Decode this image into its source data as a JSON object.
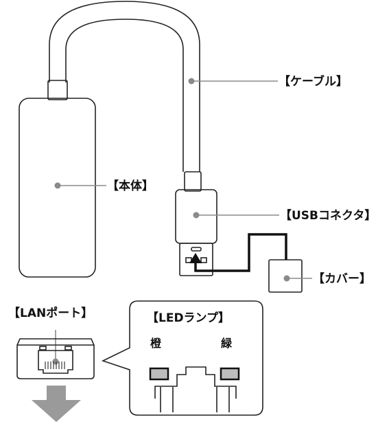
{
  "labels": {
    "cable": "【ケーブル】",
    "body": "【本体】",
    "usb_connector": "【USBコネクタ】",
    "cover": "【カバー】",
    "lan_port": "【LANポート】",
    "led_lamp": "【LEDランプ】",
    "led_orange": "橙",
    "led_green": "緑"
  },
  "colors": {
    "outline": "#222222",
    "leader": "#8a8a8a",
    "led_fill": "#bdbdbd",
    "arrow": "#9a9a9a"
  }
}
